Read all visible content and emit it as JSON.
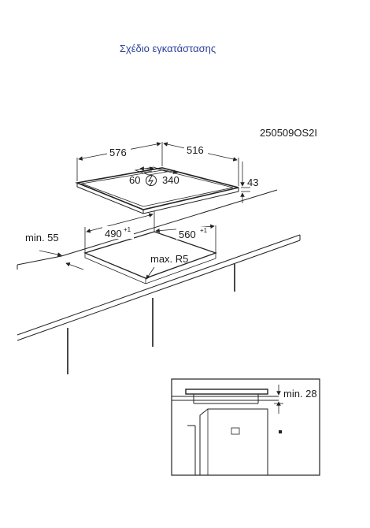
{
  "title": "Σχέδιο εγκατάστασης",
  "model_code": "250509OS2I",
  "dimensions": {
    "hob_width": "576",
    "hob_depth": "516",
    "hob_height": "43",
    "connection_left": "60",
    "connection_right": "340",
    "cutout_width": "490",
    "cutout_width_tol": "+1",
    "cutout_depth": "560",
    "cutout_depth_tol": "+1",
    "front_min": "min. 55",
    "corner_radius": "max. R5",
    "side_min": "min. 28"
  },
  "icons": [
    "electrical-connection-icon"
  ]
}
